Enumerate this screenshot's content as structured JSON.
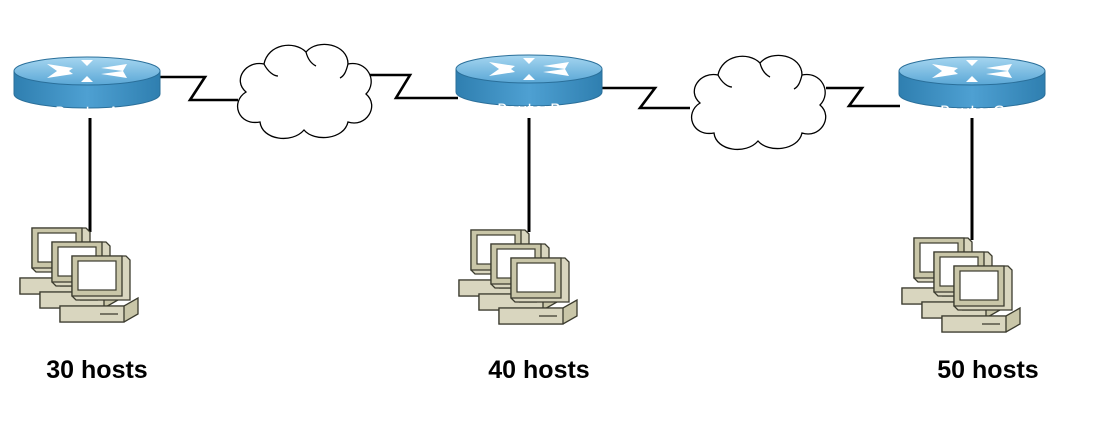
{
  "routers": [
    {
      "label": "RouterA"
    },
    {
      "label": "RouterB"
    },
    {
      "label": "RouterC"
    }
  ],
  "lans": [
    {
      "label": "30 hosts"
    },
    {
      "label": "40 hosts"
    },
    {
      "label": "50 hosts"
    }
  ],
  "colors": {
    "router_top": "#7fc0e3",
    "router_side": "#3c8fbe",
    "pc_beige": "#d9d6bf",
    "pc_screen": "#ffffff"
  },
  "icons": {
    "router": "router-icon",
    "cloud": "cloud-icon",
    "workstations": "workstation-group-icon"
  }
}
